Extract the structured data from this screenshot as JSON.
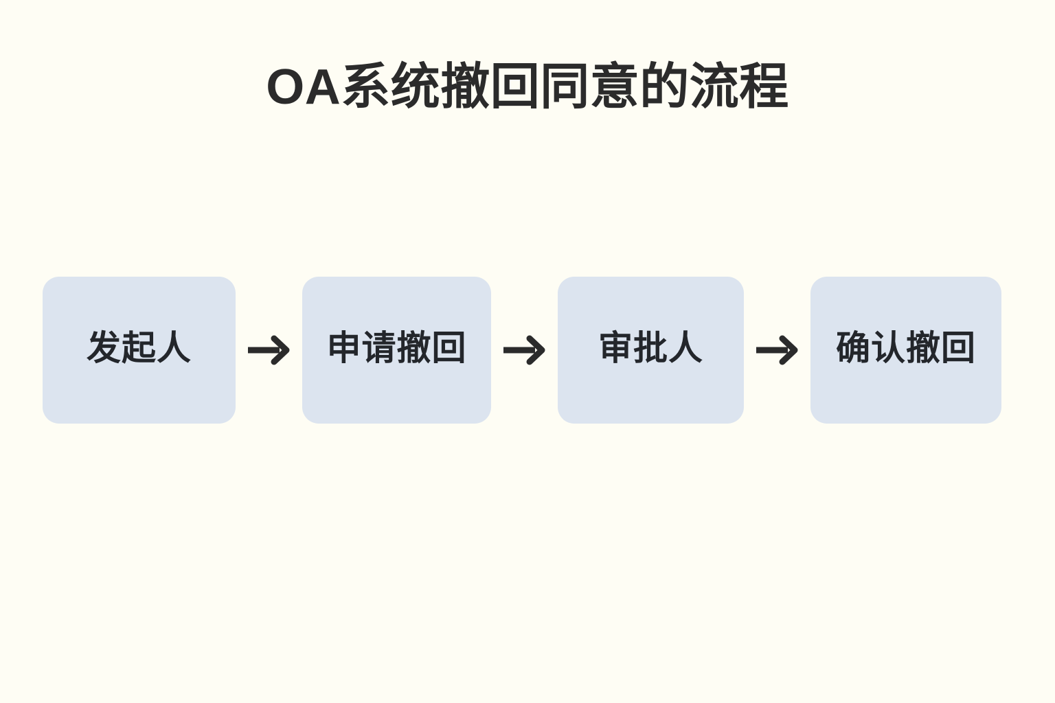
{
  "page": {
    "background_color": "#fefdf4",
    "title": "OA系统撤回同意的流程"
  },
  "diagram": {
    "type": "horizontal-flow",
    "title": "OA系统撤回同意的流程",
    "title_color": "#2b2b2b",
    "node_fill_color": "#dce4ef",
    "node_text_color": "#23262b",
    "arrow_color": "#2b2b2b",
    "arrow_glyph": "arrow-right-icon",
    "nodes": [
      {
        "id": "node-1",
        "label": "发起人"
      },
      {
        "id": "node-2",
        "label": "申请撤回"
      },
      {
        "id": "node-3",
        "label": "审批人"
      },
      {
        "id": "node-4",
        "label": "确认撤回"
      }
    ],
    "connectors": [
      {
        "from": "node-1",
        "to": "node-2",
        "kind": "arrow-right"
      },
      {
        "from": "node-2",
        "to": "node-3",
        "kind": "arrow-right"
      },
      {
        "from": "node-3",
        "to": "node-4",
        "kind": "arrow-right"
      }
    ]
  }
}
